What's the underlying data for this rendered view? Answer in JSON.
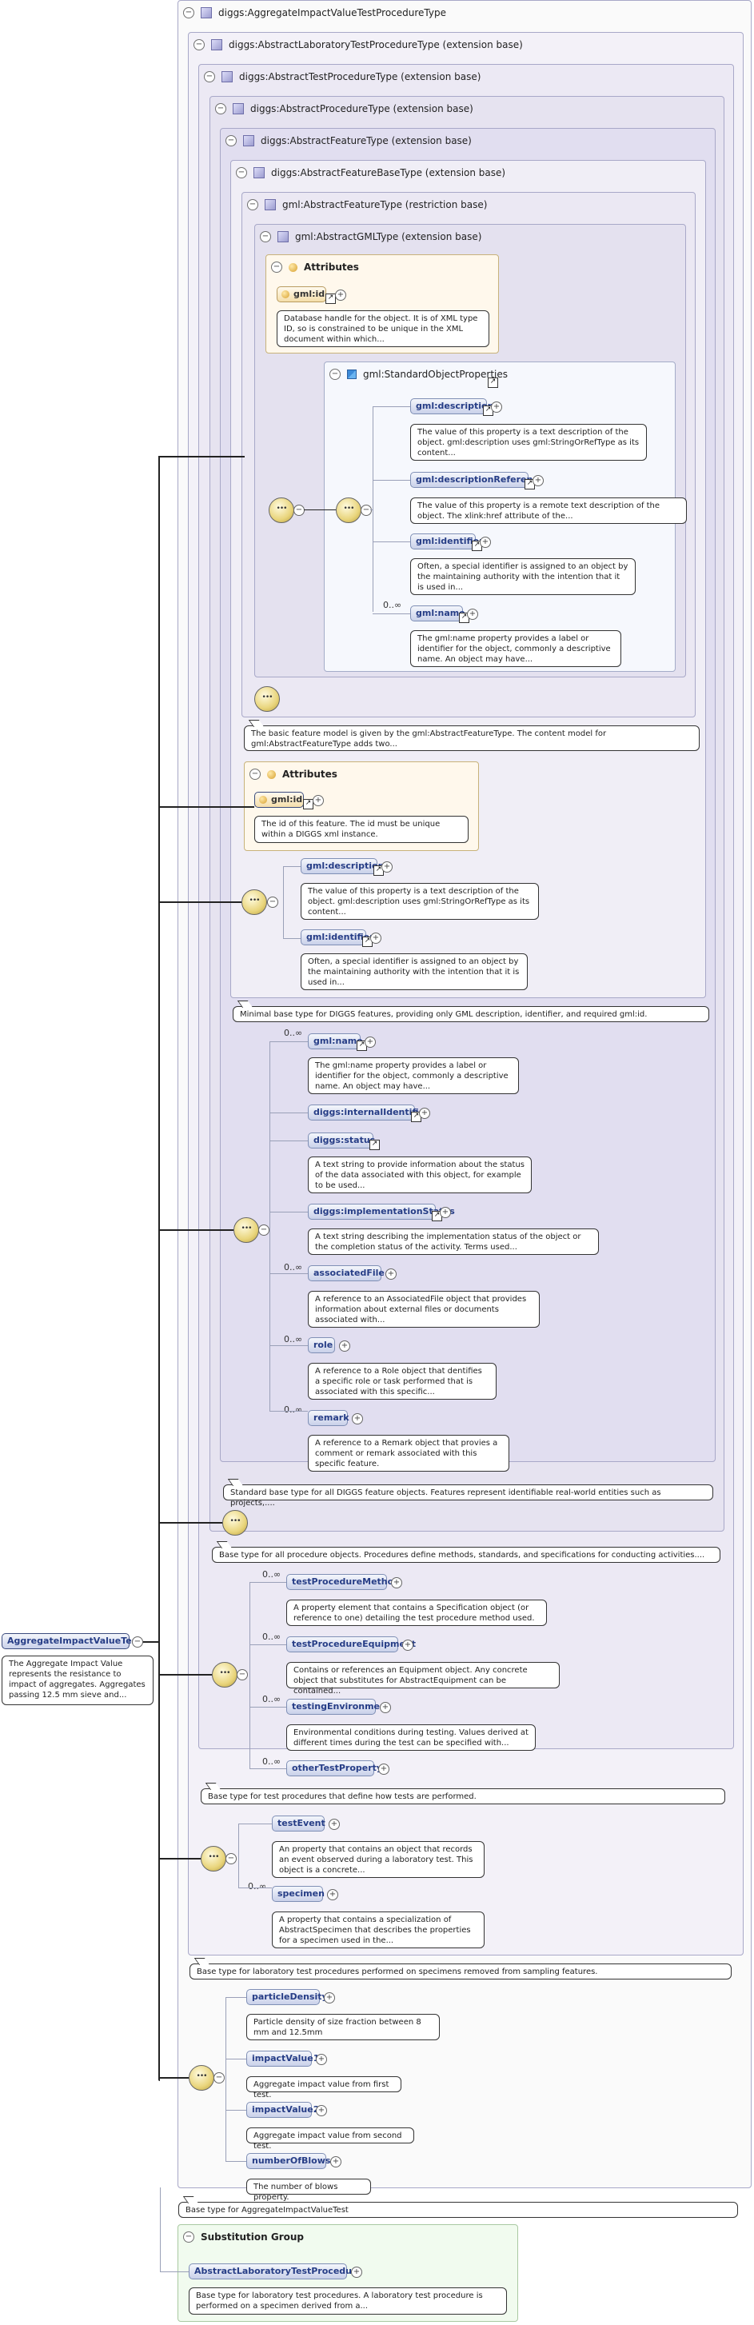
{
  "root": {
    "name": "AggregateImpactValueTest",
    "doc": "The Aggregate Impact Value represents the resistance to impact of aggregates. Aggregates passing 12.5 mm sieve and..."
  },
  "type_box": {
    "title": "diggs:AggregateImpactValueTestProcedureType",
    "doc": "Base type for AggregateImpactValueTest"
  },
  "levels": [
    {
      "title": "diggs:AbstractLaboratoryTestProcedureType (extension base)",
      "doc": "Base type for laboratory test procedures performed on specimens removed from sampling features."
    },
    {
      "title": "diggs:AbstractTestProcedureType (extension base)",
      "doc": "Base type for test procedures that define how tests are performed."
    },
    {
      "title": "diggs:AbstractProcedureType (extension base)",
      "doc": "Base type for all procedure objects. Procedures define methods, standards, and specifications for conducting activities...."
    },
    {
      "title": "diggs:AbstractFeatureType (extension base)",
      "doc": "Standard base type for all DIGGS feature objects. Features represent identifiable real-world entities such as projects,...."
    },
    {
      "title": "diggs:AbstractFeatureBaseType (extension base)",
      "doc": "Minimal base type for DIGGS features, providing only GML description, identifier, and required gml:id."
    },
    {
      "title": "gml:AbstractFeatureType (restriction base)",
      "doc": "The basic feature model is given by the gml:AbstractFeatureType. The content model for gml:AbstractFeatureType adds two..."
    },
    {
      "title": "gml:AbstractGMLType (extension base)"
    }
  ],
  "gml_attributes": {
    "title": "Attributes",
    "attr": "gml:id",
    "doc": "Database handle for the object. It is of XML type ID, so is constrained to be unique in the XML document within which..."
  },
  "std_props": {
    "title": "gml:StandardObjectProperties",
    "items": [
      {
        "name": "gml:description",
        "doc": "The value of this property is a text description of the object. gml:description uses gml:StringOrRefType as its content..."
      },
      {
        "name": "gml:descriptionReference",
        "doc": "The value of this property is a remote text description of the object. The xlink:href attribute of the..."
      },
      {
        "name": "gml:identifier",
        "doc": "Often, a special identifier is assigned to an object by the maintaining authority with the intention that it is used in..."
      },
      {
        "name": "gml:name",
        "card": "0..∞",
        "doc": "The gml:name property provides a label or identifier for the object, commonly a descriptive name. An object may have..."
      }
    ]
  },
  "fb_attributes": {
    "title": "Attributes",
    "attr": "gml:id",
    "doc": "The id of this feature. The id must be unique within a DIGGS xml instance."
  },
  "fb_seq": [
    {
      "name": "gml:description",
      "doc": "The value of this property is a text description of the object. gml:description uses gml:StringOrRefType as its content..."
    },
    {
      "name": "gml:identifier",
      "doc": "Often, a special identifier is assigned to an object by the maintaining authority with the intention that it is used in..."
    }
  ],
  "feature_seq": [
    {
      "name": "gml:name",
      "card": "0..∞",
      "doc": "The gml:name property provides a label or identifier for the object, commonly a descriptive name. An object may have..."
    },
    {
      "name": "diggs:internalIdentifier",
      "doc": ""
    },
    {
      "name": "diggs:status",
      "doc": "A text string to provide information about the status of the data associated with this object, for example to be used..."
    },
    {
      "name": "diggs:implementationStatus",
      "doc": "A text string describing the implementation status of the object or the completion status of the activity. Terms used..."
    },
    {
      "name": "associatedFile",
      "card": "0..∞",
      "doc": "A reference to an AssociatedFile object that provides information about external files or documents associated with..."
    },
    {
      "name": "role",
      "card": "0..∞",
      "doc": "A reference to a Role object that dentifies a specific role or task performed that is associated with this specific..."
    },
    {
      "name": "remark",
      "card": "0..∞",
      "doc": "A reference to a Remark object that provies a comment or remark associated with this specific feature."
    }
  ],
  "test_seq": [
    {
      "name": "testProcedureMethod",
      "card": "0..∞",
      "doc": "A property element that contains a Specification object (or reference to one) detailing the test procedure method used."
    },
    {
      "name": "testProcedureEquipment",
      "card": "0..∞",
      "doc": "Contains or references an Equipment object. Any concrete object that substitutes for AbstractEquipment can be contained..."
    },
    {
      "name": "testingEnvironment",
      "card": "0..∞",
      "doc": "Environmental conditions during testing. Values derived at different times during the test can be specified with..."
    },
    {
      "name": "otherTestProperty",
      "card": "0..∞",
      "doc": ""
    }
  ],
  "lab_seq": [
    {
      "name": "testEvent",
      "doc": "An property that contains an object that records an event observed during a laboratory test. This object is a concrete..."
    },
    {
      "name": "specimen",
      "card": "0..∞",
      "doc": "A property that contains a specialization of AbstractSpecimen that describes the properties for a specimen used in the..."
    }
  ],
  "aiv_seq": [
    {
      "name": "particleDensity",
      "doc": "Particle density of size fraction between 8 mm and 12.5mm"
    },
    {
      "name": "impactValue1",
      "doc": "Aggregate impact value from first test."
    },
    {
      "name": "impactValue2",
      "doc": "Aggregate impact value from second test."
    },
    {
      "name": "numberOfBlows",
      "doc": "The number of blows property."
    }
  ],
  "substitution": {
    "title": "Substitution Group",
    "name": "AbstractLaboratoryTestProcedure",
    "doc": "Base type for laboratory test procedures. A laboratory test procedure is performed on a specimen derived from a..."
  },
  "colors": {
    "level_bg": "#f3f1f8",
    "level_bg2": "#e9e6f2",
    "attr_bg": "#fffaf0",
    "subst_bg": "#f1fbef",
    "pill_text": "#263d86"
  }
}
